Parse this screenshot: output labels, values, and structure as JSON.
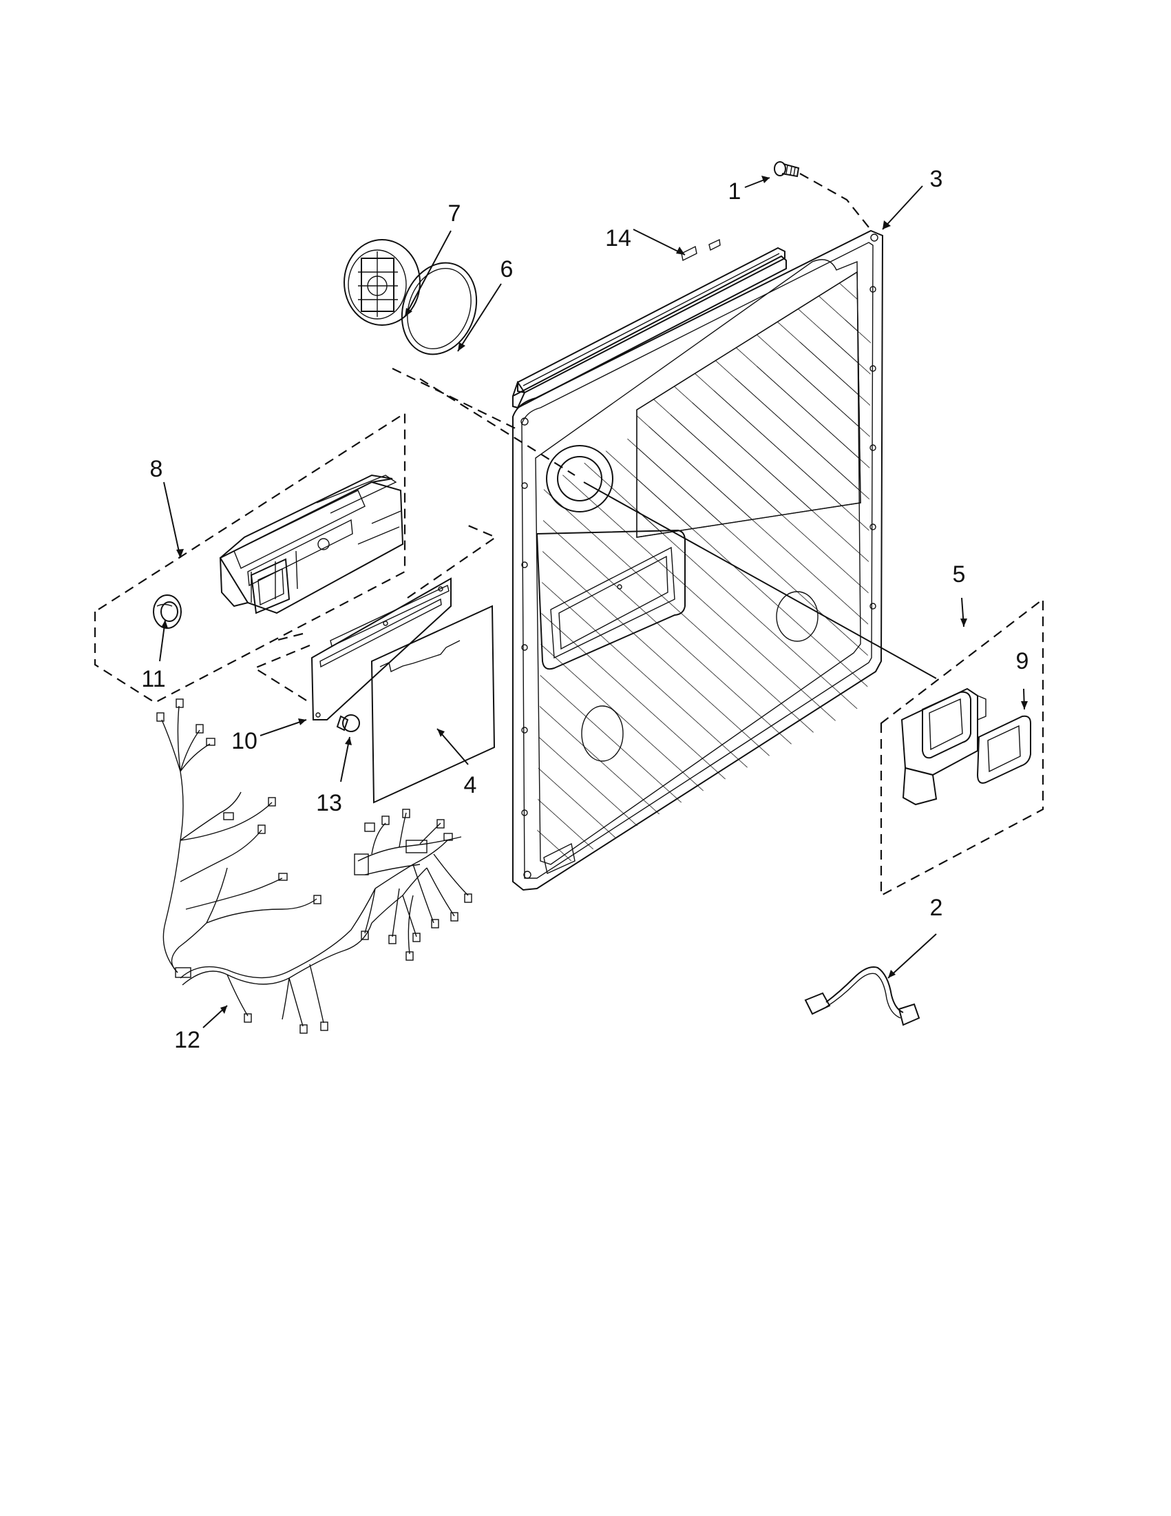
{
  "diagram": {
    "callouts": [
      {
        "id": "1",
        "text": "1"
      },
      {
        "id": "2",
        "text": "2"
      },
      {
        "id": "3",
        "text": "3"
      },
      {
        "id": "4",
        "text": "4"
      },
      {
        "id": "5",
        "text": "5"
      },
      {
        "id": "6",
        "text": "6"
      },
      {
        "id": "7",
        "text": "7"
      },
      {
        "id": "8",
        "text": "8"
      },
      {
        "id": "9",
        "text": "9"
      },
      {
        "id": "10",
        "text": "10"
      },
      {
        "id": "11",
        "text": "11"
      },
      {
        "id": "12",
        "text": "12"
      },
      {
        "id": "13",
        "text": "13"
      },
      {
        "id": "14",
        "text": "14"
      }
    ]
  }
}
